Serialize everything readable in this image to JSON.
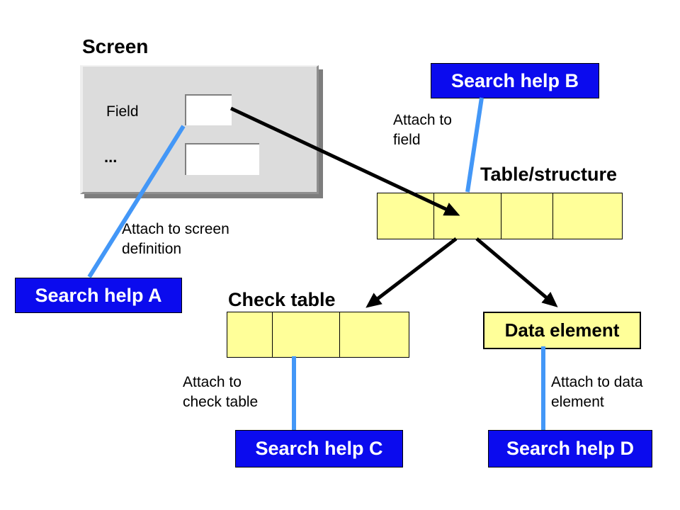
{
  "slide": {
    "title": "Screen"
  },
  "screen_panel": {
    "field_label": "Field",
    "ellipsis": "..."
  },
  "search_helps": {
    "a": "Search help A",
    "b": "Search help B",
    "c": "Search help C",
    "d": "Search help D"
  },
  "table_structure": {
    "label": "Table/structure",
    "cell_count": 4
  },
  "check_table": {
    "label": "Check table",
    "cell_count": 3
  },
  "data_element": {
    "label": "Data element"
  },
  "annotations": {
    "attach_screen": "Attach to screen\ndefinition",
    "attach_field": "Attach to\nfield",
    "attach_check": "Attach to\ncheck table",
    "attach_data": "Attach to data\nelement"
  },
  "colors": {
    "search_help_fill": "#0b0bee",
    "search_help_text": "#ffffff",
    "yellow_fill": "#ffff99",
    "connector_blue": "#4397f7",
    "arrow_black": "#000000",
    "screen_panel_fill": "#dcdcdc"
  }
}
